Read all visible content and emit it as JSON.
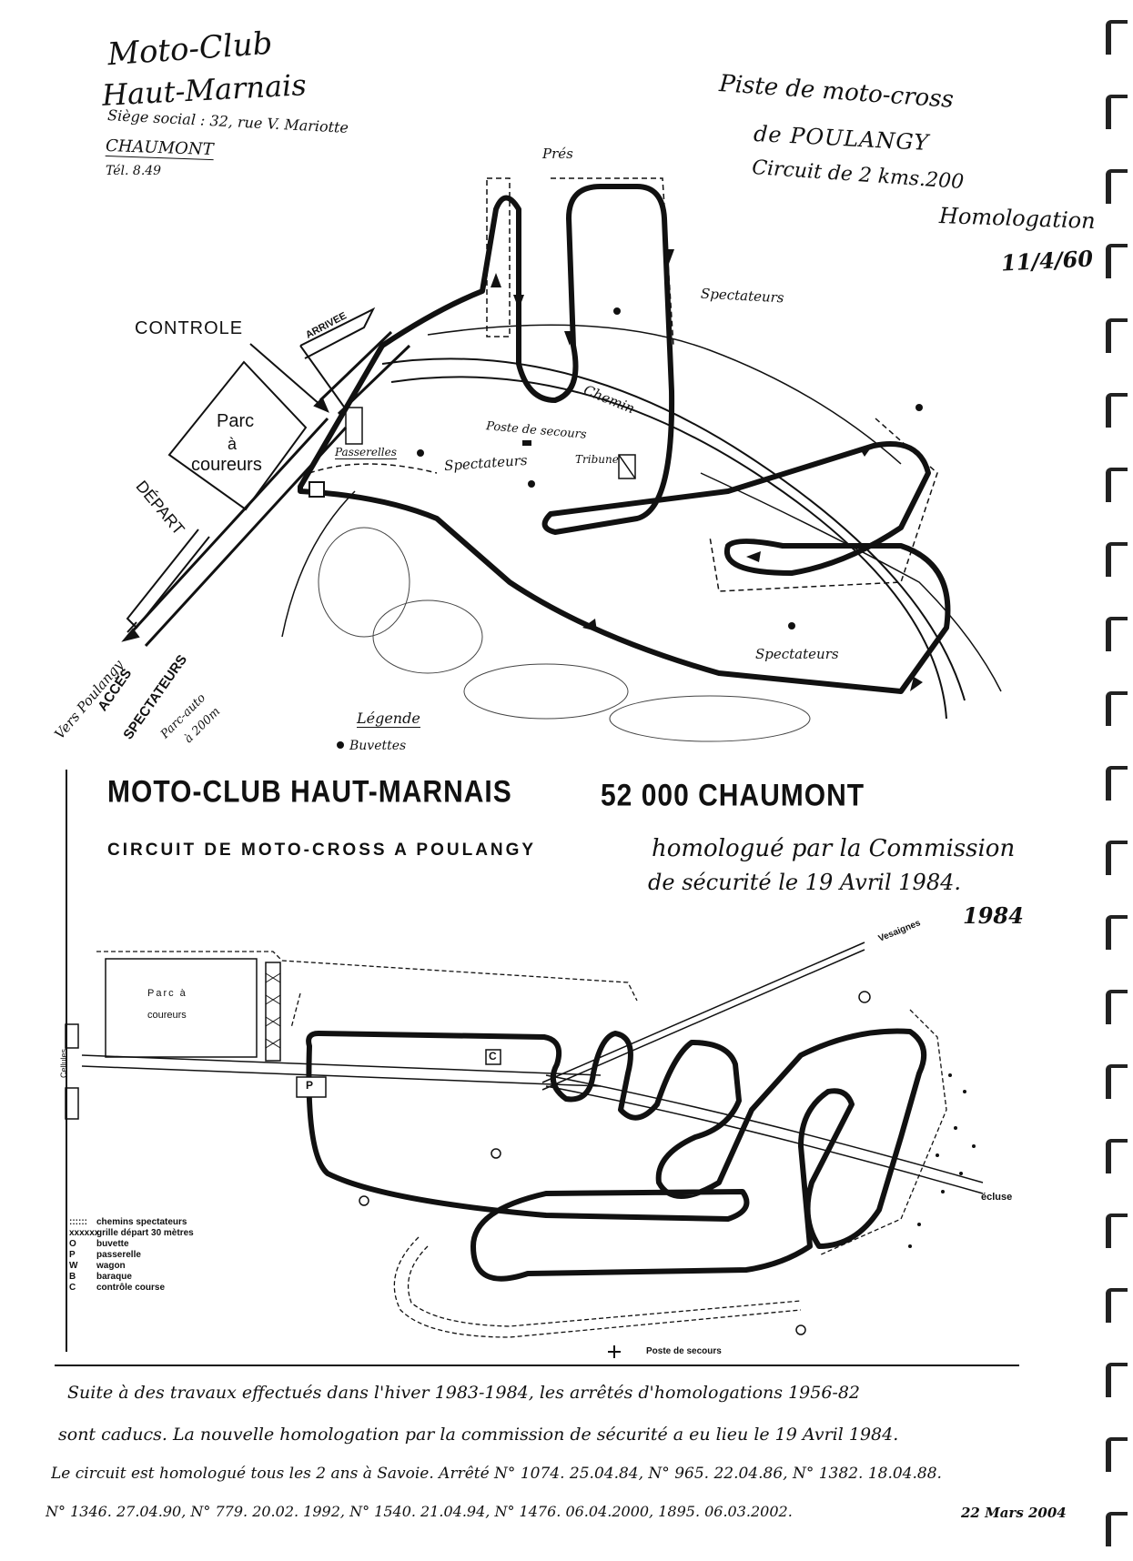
{
  "top_map": {
    "club_name_line1": "Moto-Club",
    "club_name_line2": "Haut-Marnais",
    "address": "Siège social : 32, rue V. Mariotte",
    "city": "CHAUMONT",
    "phone": "Tél. 8.49",
    "title_line1": "Piste de moto-cross",
    "title_line2": "de POULANGY",
    "circuit_length": "Circuit de 2 kms.200",
    "homologation": "Homologation",
    "homologation_date": "11/4/60",
    "labels": {
      "pres": "Prés",
      "spectateurs_1": "Spectateurs",
      "spectateurs_2": "Spectateurs",
      "spectateurs_3": "Spectateurs",
      "controle": "CONTROLE",
      "arrivee": "ARRIVEE",
      "chemin": "Chemin",
      "poste_secours": "Poste de secours",
      "tribune": "Tribune",
      "passerelles": "Passerelles",
      "parc_line1": "Parc",
      "parc_line2": "à",
      "parc_line3": "coureurs",
      "depart": "DÉPART",
      "vers_poulangy": "Vers Poulangy",
      "acces": "ACCES",
      "spectateurs_access": "SPECTATEURS",
      "parc_auto_line1": "Parc-auto",
      "parc_auto_line2": "à 200m",
      "legende": "Légende",
      "buvettes": "Buvettes"
    }
  },
  "bottom_map": {
    "header_club": "MOTO-CLUB HAUT-MARNAIS",
    "header_city": "52 000 CHAUMONT",
    "subtitle": "CIRCUIT DE MOTO-CROSS A POULANGY",
    "handwritten_line1": "homologué par la Commission",
    "handwritten_line2": "de sécurité le 19 Avril 1984.",
    "year": "1984",
    "labels": {
      "vesaignes": "Vesaignes",
      "parc_line1": "Parc à",
      "parc_line2": "coureurs",
      "cellules": "Cellules",
      "c_marker": "C",
      "p_marker": "P",
      "ecluse": "écluse",
      "poste_secours": "Poste de secours"
    },
    "legend": [
      {
        "symbol": "::::::",
        "text": "chemins spectateurs"
      },
      {
        "symbol": "xxxxxx",
        "text": "grille départ 30 mètres"
      },
      {
        "symbol": "O",
        "text": "buvette"
      },
      {
        "symbol": "P",
        "text": "passerelle"
      },
      {
        "symbol": "W",
        "text": "wagon"
      },
      {
        "symbol": "B",
        "text": "baraque"
      },
      {
        "symbol": "C",
        "text": "contrôle course"
      }
    ]
  },
  "footer_notes": {
    "line1": "Suite à des travaux effectués dans l'hiver 1983-1984, les arrêtés d'homologations 1956-82",
    "line2": "sont caducs. La nouvelle homologation par la commission de sécurité a eu lieu le 19 Avril 1984.",
    "line3": "Le circuit est homologué tous les 2 ans à Savoie. Arrêté N° 1074. 25.04.84, N° 965. 22.04.86, N° 1382. 18.04.88.",
    "line4": "N° 1346. 27.04.90, N° 779. 20.02. 1992, N° 1540. 21.04.94, N° 1476. 06.04.2000, 1895. 06.03.2002.",
    "signature_date": "22 Mars 2004"
  }
}
